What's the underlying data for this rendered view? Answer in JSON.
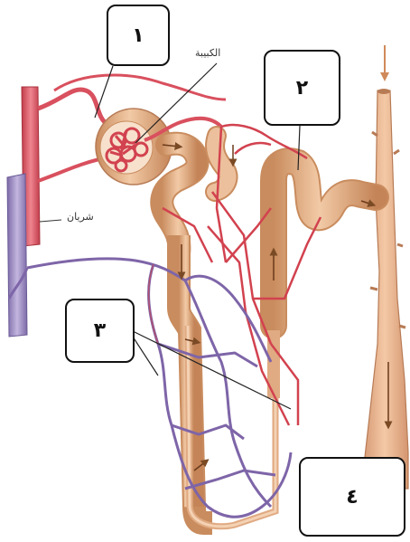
{
  "labels": {
    "glomerulus": "الكبيبة",
    "artery": "شريان"
  },
  "boxes": [
    "١",
    "٢",
    "٣",
    "٤"
  ],
  "colors": {
    "tubule": "#e3b088",
    "tubule_dark": "#c98c5e",
    "artery": "#d9505e",
    "vein": "#9a86c4",
    "capillary_red": "#d2424f",
    "capillary_purple": "#7e65a8",
    "collecting_duct": "#eab590"
  }
}
